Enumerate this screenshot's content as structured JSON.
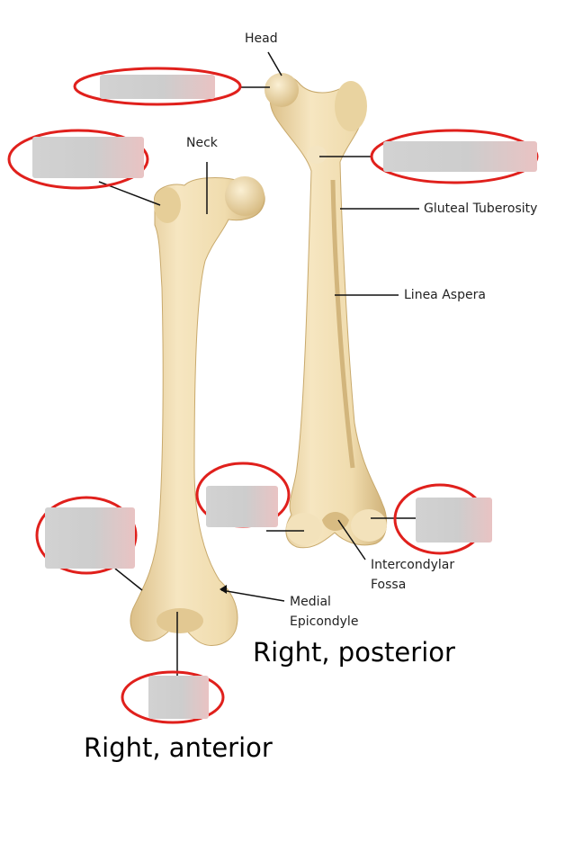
{
  "labels": {
    "head": "Head",
    "neck": "Neck",
    "gluteal_tuberosity": "Gluteal Tuberosity",
    "linea_aspera": "Linea Aspera",
    "intercondylar_fossa_1": "Intercondylar",
    "intercondylar_fossa_2": "Fossa",
    "medial_epicondyle_1": "Medial",
    "medial_epicondyle_2": "Epicondyle"
  },
  "views": {
    "posterior": "Right, posterior",
    "anterior": "Right, anterior"
  },
  "colors": {
    "bone": "#f0dcae",
    "bone_shade": "#d9bf86",
    "circle": "#e0201c",
    "leader": "#111111"
  }
}
